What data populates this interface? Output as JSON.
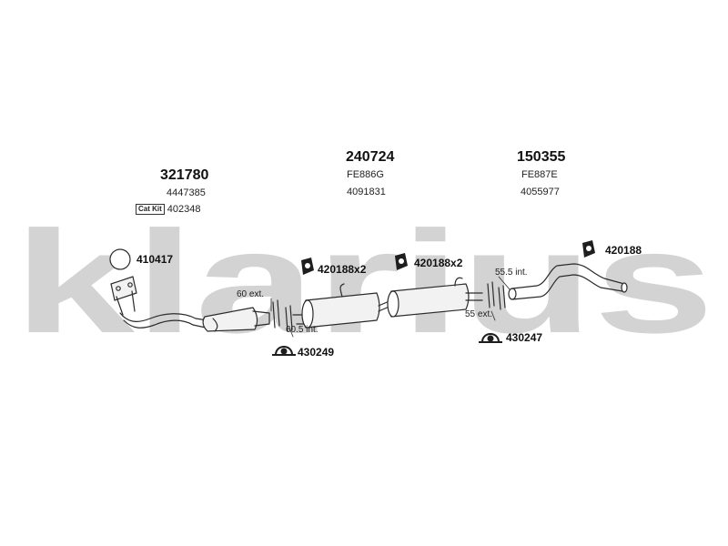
{
  "watermark": {
    "text": "klarius"
  },
  "groups": {
    "g1": {
      "part": "321780",
      "ref": "4447385",
      "cat_kit_badge": "Cat Kit",
      "cat_kit_ref": "402348"
    },
    "g2": {
      "part": "240724",
      "code": "FE886G",
      "ref": "4091831"
    },
    "g3": {
      "part": "150355",
      "code": "FE887E",
      "ref": "4055977"
    }
  },
  "accessories": {
    "gasket": "410417",
    "mount_a": "420188x2",
    "mount_b": "420188x2",
    "mount_c": "420188",
    "clamp_a": "430249",
    "clamp_b": "430247"
  },
  "dimensions": {
    "d1": "60 ext.",
    "d2": "60.5 int.",
    "d3": "55.5 int.",
    "d4": "55 ext."
  },
  "colors": {
    "watermark": "#d3d3d3",
    "line": "#2b2b2b",
    "fill": "#f2f2f2",
    "mount": "#1e1e1e"
  }
}
